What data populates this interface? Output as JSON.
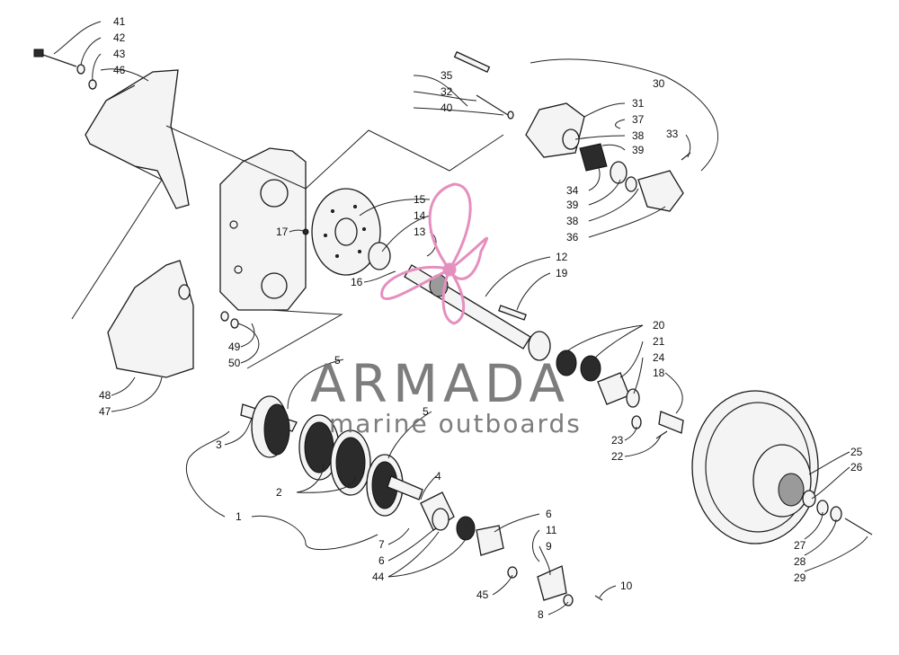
{
  "watermark": {
    "title": "ARMADA",
    "subtitle": "marine outboards",
    "logo_color": "#e58fbf",
    "text_color": "#6f6f6f"
  },
  "callouts": {
    "c1": "1",
    "c2": "2",
    "c3": "3",
    "c4": "4",
    "c5a": "5",
    "c5b": "5",
    "c6a": "6",
    "c6b": "6",
    "c7": "7",
    "c8": "8",
    "c9": "9",
    "c10": "10",
    "c11": "11",
    "c12": "12",
    "c13": "13",
    "c14": "14",
    "c15": "15",
    "c16": "16",
    "c17": "17",
    "c18": "18",
    "c19": "19",
    "c20": "20",
    "c21": "21",
    "c22": "22",
    "c23": "23",
    "c24": "24",
    "c25": "25",
    "c26": "26",
    "c27": "27",
    "c28": "28",
    "c29": "29",
    "c30": "30",
    "c31": "31",
    "c32": "32",
    "c33": "33",
    "c34": "34",
    "c35": "35",
    "c36": "36",
    "c37": "37",
    "c38a": "38",
    "c38b": "38",
    "c39a": "39",
    "c39b": "39",
    "c40": "40",
    "c41": "41",
    "c42": "42",
    "c43": "43",
    "c44": "44",
    "c45": "45",
    "c46": "46",
    "c47": "47",
    "c48": "48",
    "c49": "49",
    "c50": "50"
  }
}
